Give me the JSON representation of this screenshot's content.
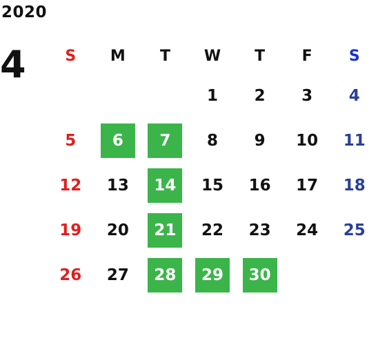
{
  "calendar": {
    "year": "2020",
    "month": "4",
    "weekdays": [
      "S",
      "M",
      "T",
      "W",
      "T",
      "F",
      "S"
    ],
    "weeks": [
      [
        "",
        "",
        "",
        "1",
        "2",
        "3",
        "4"
      ],
      [
        "5",
        "6",
        "7",
        "8",
        "9",
        "10",
        "11"
      ],
      [
        "12",
        "13",
        "14",
        "15",
        "16",
        "17",
        "18"
      ],
      [
        "19",
        "20",
        "21",
        "22",
        "23",
        "24",
        "25"
      ],
      [
        "26",
        "27",
        "28",
        "29",
        "30",
        "",
        ""
      ]
    ],
    "highlighted_days": [
      "6",
      "7",
      "14",
      "21",
      "28",
      "29",
      "30"
    ],
    "colors": {
      "sunday": "#e21e1e",
      "saturday": "#2a3f9a",
      "saturday_header": "#1a2fd9",
      "weekday": "#111111",
      "highlight": "#3bb54a",
      "highlight_text": "#ffffff"
    }
  }
}
